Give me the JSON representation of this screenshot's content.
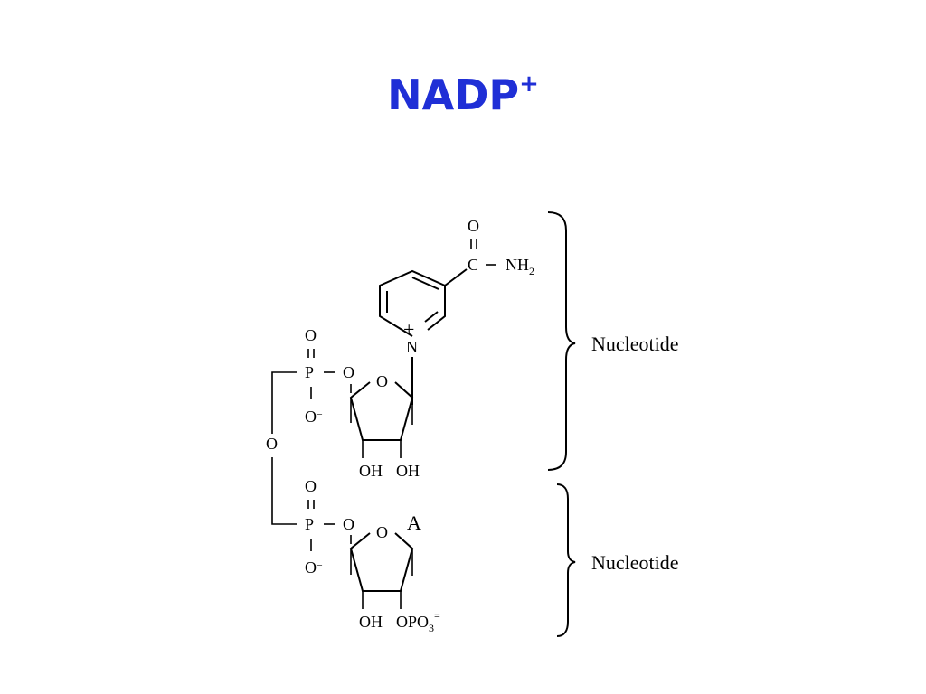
{
  "title": {
    "text": "NADP",
    "charge": "+"
  },
  "molecule": {
    "nicotinamide": {
      "carbonyl_o": "O",
      "carbon": "C",
      "amide": "NH",
      "amide_sub": "2",
      "ring_n": "N",
      "ring_charge": "+"
    },
    "phosphate_1": {
      "o_top": "O",
      "p": "P",
      "o_ester": "O",
      "o_minus": "O",
      "minus": "–"
    },
    "bridge_o": "O",
    "ribose_1": {
      "ring_o": "O",
      "oh_left": "OH",
      "oh_right": "OH"
    },
    "phosphate_2": {
      "o_top": "O",
      "p": "P",
      "o_ester": "O",
      "o_minus": "O",
      "minus": "–"
    },
    "ribose_2": {
      "ring_o": "O",
      "base": "A",
      "oh_left": "OH",
      "opo3": "OPO",
      "opo3_sub": "3",
      "opo3_charge": "="
    }
  },
  "braces": [
    {
      "label": "Nucleotide"
    },
    {
      "label": "Nucleotide"
    }
  ]
}
